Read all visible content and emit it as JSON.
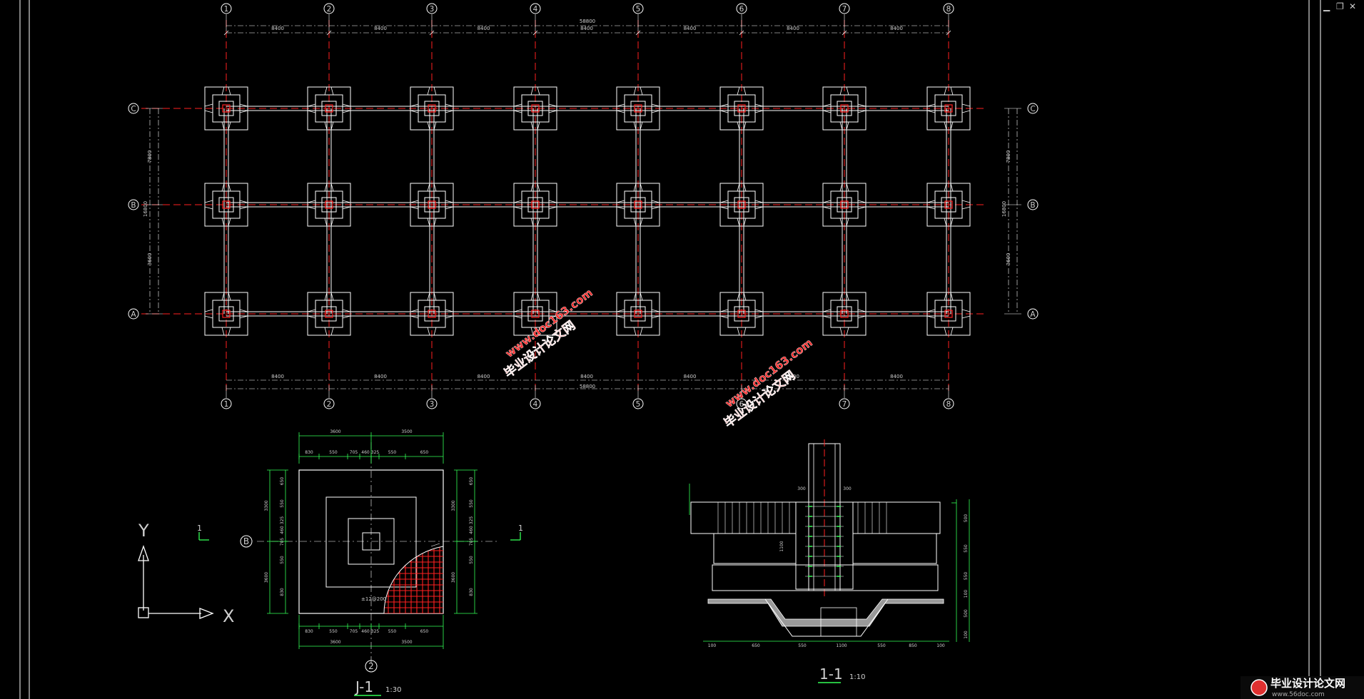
{
  "window": {
    "buttons": [
      {
        "name": "minimize",
        "glyph": "▁"
      },
      {
        "name": "restore",
        "glyph": "❐"
      },
      {
        "name": "close",
        "glyph": "✕"
      }
    ]
  },
  "plan": {
    "column_axes": [
      "1",
      "2",
      "3",
      "4",
      "5",
      "6",
      "7",
      "8"
    ],
    "row_axes": [
      "C",
      "B",
      "A"
    ],
    "bay_labels": [
      "8400",
      "8400",
      "8400",
      "8400",
      "8400",
      "8400",
      "8400"
    ],
    "overall_length": "58800",
    "side_dims": [
      "7800",
      "3600"
    ],
    "side_total": "16800"
  },
  "detail_j1": {
    "title": "J-1",
    "scale": "1:30",
    "axis_bubble_left": "B",
    "axis_bubble_bottom": "2",
    "top_totals": [
      "3600",
      "3500"
    ],
    "top_parts": [
      "830",
      "550",
      "705",
      "460",
      "325",
      "550",
      "650"
    ],
    "side_totals": [
      "3300",
      "3600"
    ],
    "side_parts": [
      "650",
      "550",
      "325",
      "460",
      "705",
      "550",
      "830"
    ],
    "section_mark": "1",
    "rebar_note": "±12@200"
  },
  "section_11": {
    "title": "1-1",
    "scale": "1:10",
    "bottom_dims": [
      "100",
      "650",
      "550",
      "1100",
      "550",
      "850",
      "100"
    ],
    "right_dims": [
      "500",
      "550",
      "550",
      "100",
      "500",
      "100"
    ],
    "top_dims": [
      "300",
      "300"
    ],
    "middle_dim": "1100"
  },
  "ucs": {
    "x_label": "X",
    "y_label": "Y"
  },
  "watermarks": [
    {
      "line1": "毕业设计论文网",
      "line2": "www.doc163.com"
    },
    {
      "line1": "毕业设计论文网",
      "line2": "www.doc163.com"
    }
  ],
  "corner_logo": {
    "title": "毕业设计论文网",
    "url": "www.56doc.com"
  },
  "colors": {
    "background": "#000000",
    "line": "#ffffff",
    "axis": "#ff2020",
    "dim": "#33ff55",
    "watermark": "#ff2a2a"
  }
}
